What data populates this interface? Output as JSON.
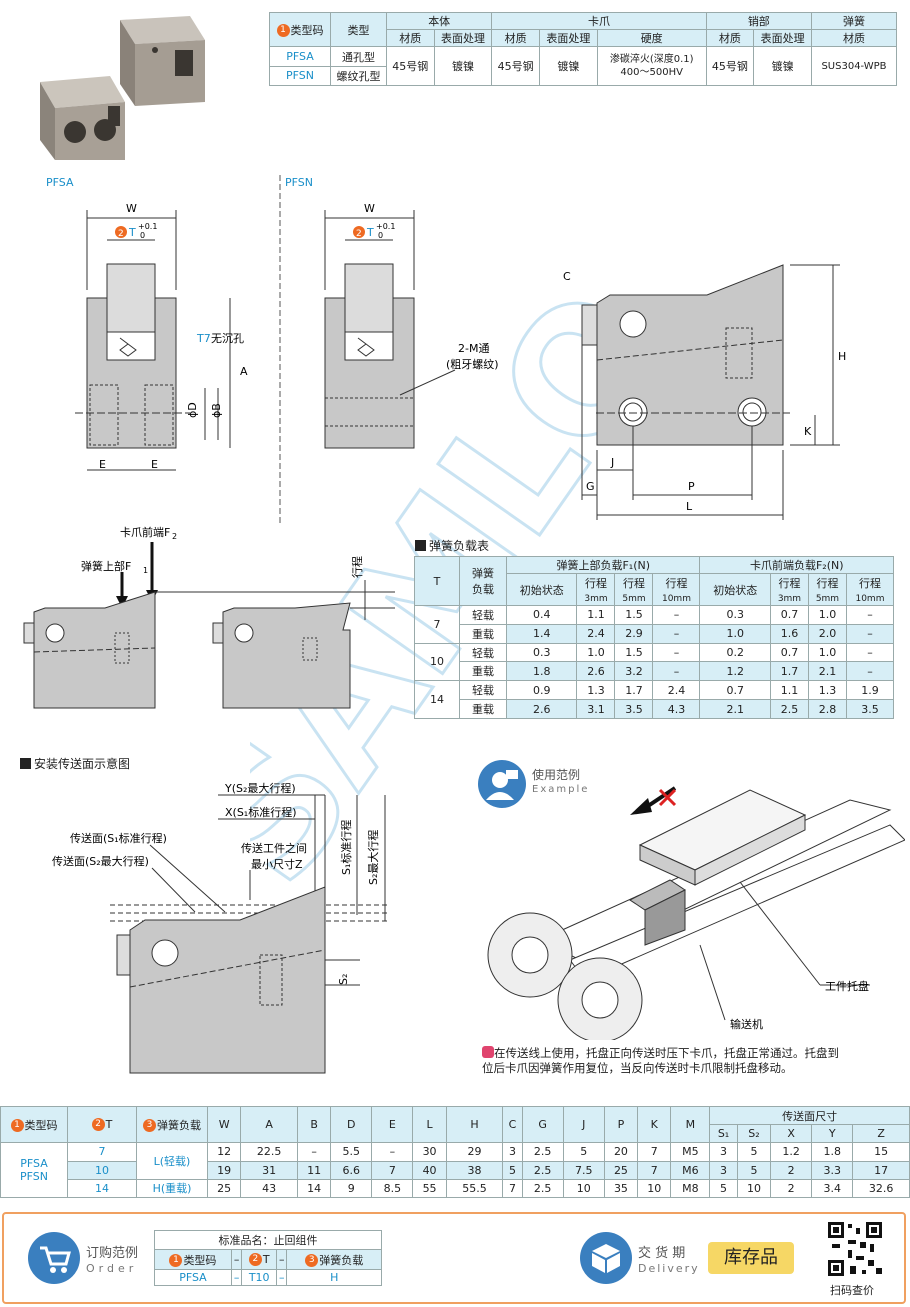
{
  "top_table": {
    "headers": {
      "code": "类型码",
      "type": "类型",
      "body": "本体",
      "claw": "卡爪",
      "pin": "销部",
      "spring": "弹簧"
    },
    "sub": {
      "mat": "材质",
      "surf": "表面处理",
      "hard": "硬度"
    },
    "rows": [
      {
        "code": "PFSA",
        "type": "通孔型"
      },
      {
        "code": "PFSN",
        "type": "螺纹孔型"
      }
    ],
    "body_mat": "45号钢",
    "body_surf": "镀镍",
    "claw_mat": "45号钢",
    "claw_surf": "镀镍",
    "claw_hard_1": "渗碳淬火(深度0.1)",
    "claw_hard_2": "400～500HV",
    "pin_mat": "45号钢",
    "pin_surf": "镀镍",
    "spring_mat": "SUS304-WPB"
  },
  "drawing": {
    "pfsa": "PFSA",
    "pfsn": "PFSN",
    "W": "W",
    "T": "T",
    "tol_up": "+0.1",
    "tol_lo": "0",
    "t7": "T7",
    "no_sink": "无沉孔",
    "A": "A",
    "D": "ϕD",
    "B": "ϕB",
    "E": "E",
    "m_thread_1": "2-M通",
    "m_thread_2": "(粗牙螺纹)",
    "C": "C",
    "H": "H",
    "K": "K",
    "J": "J",
    "G": "G",
    "P": "P",
    "L": "L"
  },
  "force": {
    "claw_front": "卡爪前端F",
    "spring_top": "弹簧上部F",
    "stroke": "行程"
  },
  "load_table": {
    "title": "弹簧负载表",
    "h_T": "T",
    "h_load_1": "弹簧",
    "h_load_2": "负载",
    "h_f1": "弹簧上部负载F₁(N)",
    "h_f2": "卡爪前端负载F₂(N)",
    "h_init": "初始状态",
    "h_stroke": "行程",
    "strokes": [
      "3mm",
      "5mm",
      "10mm"
    ],
    "rows": [
      {
        "T": "7",
        "load": "轻载",
        "f1": [
          "0.4",
          "1.1",
          "1.5",
          "–"
        ],
        "f2": [
          "0.3",
          "0.7",
          "1.0",
          "–"
        ]
      },
      {
        "T": "",
        "load": "重载",
        "f1": [
          "1.4",
          "2.4",
          "2.9",
          "–"
        ],
        "f2": [
          "1.0",
          "1.6",
          "2.0",
          "–"
        ]
      },
      {
        "T": "10",
        "load": "轻载",
        "f1": [
          "0.3",
          "1.0",
          "1.5",
          "–"
        ],
        "f2": [
          "0.2",
          "0.7",
          "1.0",
          "–"
        ]
      },
      {
        "T": "",
        "load": "重载",
        "f1": [
          "1.8",
          "2.6",
          "3.2",
          "–"
        ],
        "f2": [
          "1.2",
          "1.7",
          "2.1",
          "–"
        ]
      },
      {
        "T": "14",
        "load": "轻载",
        "f1": [
          "0.9",
          "1.3",
          "1.7",
          "2.4"
        ],
        "f2": [
          "0.7",
          "1.1",
          "1.3",
          "1.9"
        ]
      },
      {
        "T": "",
        "load": "重载",
        "f1": [
          "2.6",
          "3.1",
          "3.5",
          "4.3"
        ],
        "f2": [
          "2.1",
          "2.5",
          "2.8",
          "3.5"
        ]
      }
    ]
  },
  "install": {
    "title": "安装传送面示意图",
    "y": "Y(S₂最大行程)",
    "x": "X(S₁标准行程)",
    "s1_surface": "传送面(S₁标准行程)",
    "s2_surface": "传送面(S₂最大行程)",
    "min_z_1": "传送工件之间",
    "min_z_2": "最小尺寸Z",
    "s1_std": "S₁标准行程",
    "s2_max": "S₂最大行程",
    "s2": "S₂"
  },
  "example": {
    "title": "使用范例",
    "title_en": "Example",
    "pallet": "工件托盘",
    "conveyor": "输送机",
    "note_1": "在传送线上使用，托盘正向传送时压下卡爪，托盘正常通过。托盘到",
    "note_2": "位后卡爪因弹簧作用复位，当反向传送时卡爪限制托盘移动。"
  },
  "spec_table": {
    "h_code": "类型码",
    "h_T": "T",
    "h_load": "弹簧负载",
    "cols": [
      "W",
      "A",
      "B",
      "D",
      "E",
      "L",
      "H",
      "C",
      "G",
      "J",
      "P",
      "K",
      "M"
    ],
    "conv": "传送面尺寸",
    "conv_cols": [
      "S₁",
      "S₂",
      "X",
      "Y",
      "Z"
    ],
    "code_1": "PFSA",
    "code_2": "PFSN",
    "load_1": "L(轻载)",
    "load_2": "H(重载)",
    "rows": [
      {
        "T": "7",
        "v": [
          "12",
          "22.5",
          "–",
          "5.5",
          "–",
          "30",
          "29",
          "3",
          "2.5",
          "5",
          "20",
          "7",
          "M5",
          "3",
          "5",
          "1.2",
          "1.8",
          "15"
        ]
      },
      {
        "T": "10",
        "v": [
          "19",
          "31",
          "11",
          "6.6",
          "7",
          "40",
          "38",
          "5",
          "2.5",
          "7.5",
          "25",
          "7",
          "M6",
          "3",
          "5",
          "2",
          "3.3",
          "17"
        ]
      },
      {
        "T": "14",
        "v": [
          "25",
          "43",
          "14",
          "9",
          "8.5",
          "55",
          "55.5",
          "7",
          "2.5",
          "10",
          "35",
          "10",
          "M8",
          "5",
          "10",
          "2",
          "3.4",
          "32.6"
        ]
      }
    ]
  },
  "order": {
    "title": "订购范例",
    "title_en": "Order",
    "std_name": "标准品名：止回组件",
    "h_code": "类型码",
    "h_T": "T",
    "h_load": "弹簧负载",
    "v_code": "PFSA",
    "dash": "–",
    "v_T": "T10",
    "v_load": "H"
  },
  "delivery": {
    "title": "交 货 期",
    "title_en": "Delivery",
    "stock": "库存品",
    "qr": "扫码查价"
  },
  "watermark": "SAMLO"
}
